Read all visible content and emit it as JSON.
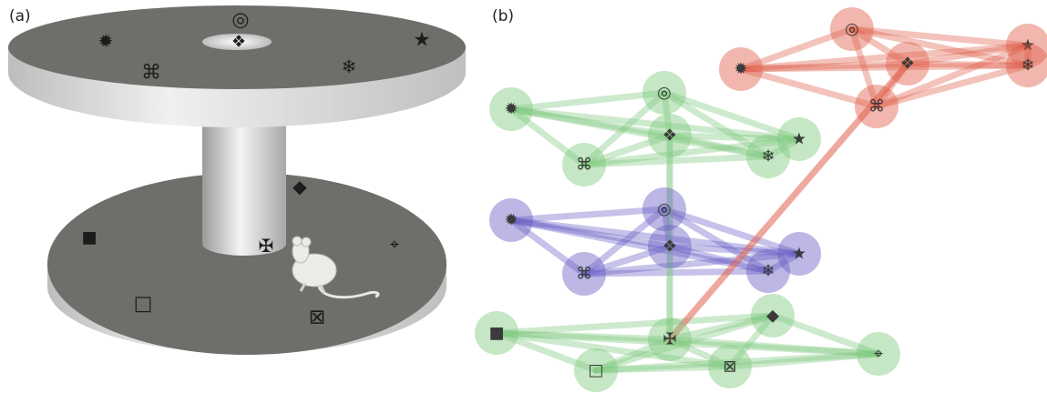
{
  "panels": {
    "a": {
      "label": "(a)"
    },
    "b": {
      "label": "(b)"
    }
  },
  "colors": {
    "platform_top": "#6f6e6b",
    "platform_side": "#d8d8d8",
    "column": "#e8e8e8",
    "rat": "#e9e7e4",
    "green_layer": "#7fc97f",
    "blue_layer": "#6a5fc4",
    "red_layer": "#e0604c"
  },
  "icons": {
    "cog": "✹",
    "target": "◎",
    "star_disc": "★",
    "command": "⌘",
    "snowflake": "❄",
    "four_diamond": "❖",
    "diamond": "◆",
    "square_filled": "■",
    "square_open": "□",
    "square_x": "⊠",
    "maltese_cross": "✠",
    "crosshair": "⌖"
  },
  "panel_a_symbols": [
    {
      "id": "top-cog",
      "icon": "cog"
    },
    {
      "id": "top-target",
      "icon": "target"
    },
    {
      "id": "top-hole-diamonds",
      "icon": "four_diamond"
    },
    {
      "id": "top-star",
      "icon": "star_disc"
    },
    {
      "id": "top-command",
      "icon": "command"
    },
    {
      "id": "top-snowflake",
      "icon": "snowflake"
    },
    {
      "id": "bottom-diamond",
      "icon": "diamond"
    },
    {
      "id": "bottom-square-filled",
      "icon": "square_filled"
    },
    {
      "id": "bottom-maltese",
      "icon": "maltese_cross"
    },
    {
      "id": "bottom-crosshair",
      "icon": "crosshair"
    },
    {
      "id": "bottom-square-open",
      "icon": "square_open"
    },
    {
      "id": "bottom-square-x",
      "icon": "square_x"
    }
  ],
  "graph_layers": [
    {
      "name": "red",
      "color": "red_layer",
      "nodes": [
        "cog",
        "target",
        "four_diamond",
        "star_disc",
        "command",
        "snowflake"
      ]
    },
    {
      "name": "green-upper",
      "color": "green_layer",
      "nodes": [
        "cog",
        "target",
        "four_diamond",
        "star_disc",
        "command",
        "snowflake"
      ]
    },
    {
      "name": "blue",
      "color": "blue_layer",
      "nodes": [
        "cog",
        "target",
        "four_diamond",
        "star_disc",
        "command",
        "snowflake"
      ]
    },
    {
      "name": "green-lower",
      "color": "green_layer",
      "nodes": [
        "square_filled",
        "maltese_cross",
        "diamond",
        "crosshair",
        "square_open",
        "square_x"
      ]
    }
  ]
}
